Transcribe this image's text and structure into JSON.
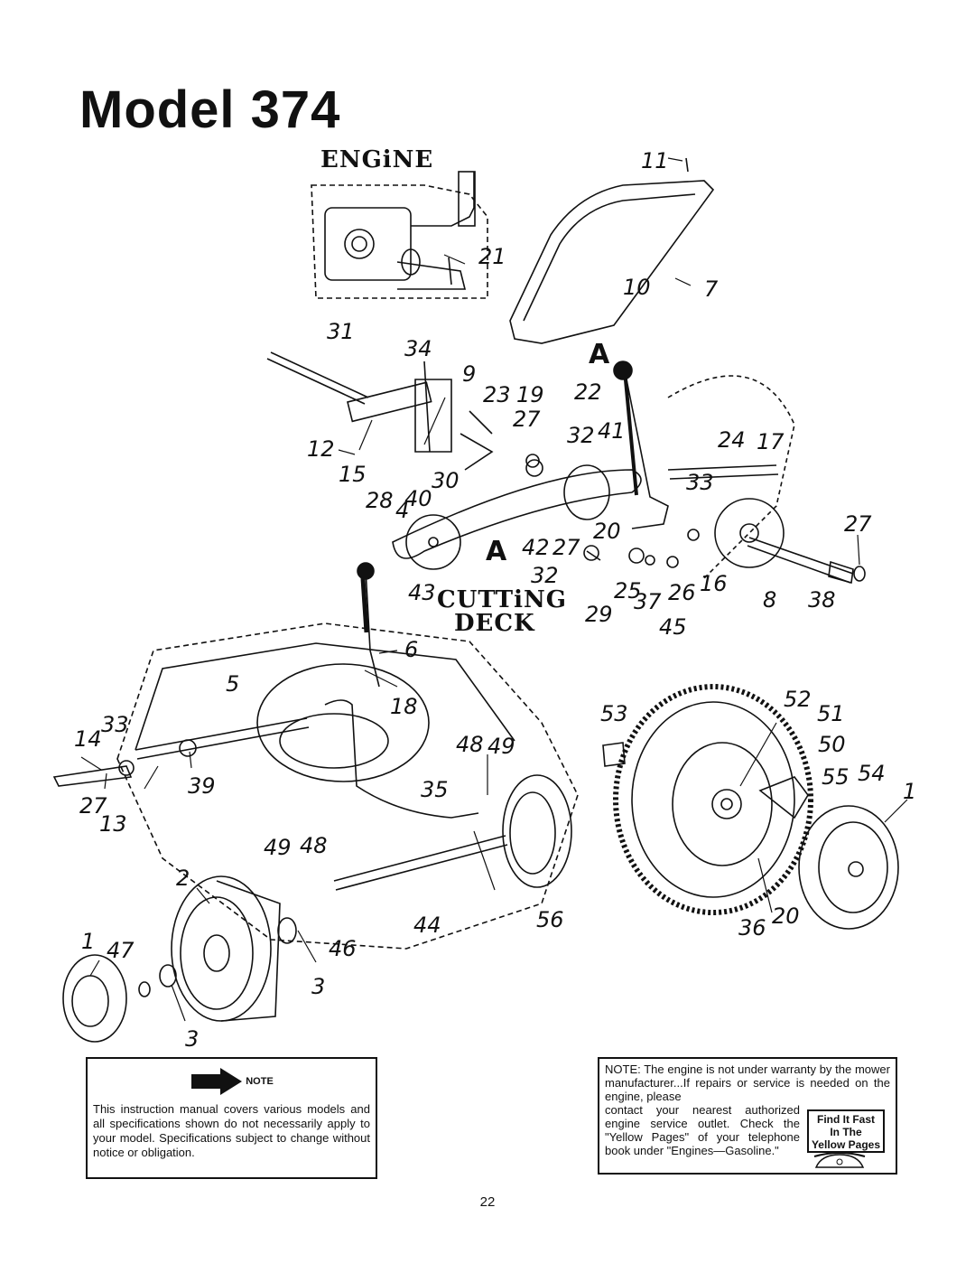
{
  "title": "Model 374",
  "sections": {
    "engine": "ENGiNE",
    "cutting_deck_line1": "CUTTiNG",
    "cutting_deck_line2": "DECK",
    "callout_a": "A"
  },
  "part_labels": {
    "p11": "11",
    "p21": "21",
    "p10": "10",
    "p7": "7",
    "p31": "31",
    "p34": "34",
    "p9": "9",
    "p23": "23",
    "p19": "19",
    "p22": "22",
    "p27a": "27",
    "p32a": "32",
    "p41": "41",
    "p24": "24",
    "p17": "17",
    "p12": "12",
    "p15": "15",
    "p30": "30",
    "p33a": "33",
    "p28": "28",
    "p4": "4",
    "p40": "40",
    "p20a": "20",
    "p42": "42",
    "p27b": "27",
    "p27c": "27",
    "p32b": "32",
    "p16": "16",
    "p8": "8",
    "p38": "38",
    "p43": "43",
    "p25": "25",
    "p37": "37",
    "p26": "26",
    "p29": "29",
    "p45": "45",
    "p6": "6",
    "p5": "5",
    "p18": "18",
    "p53": "53",
    "p52": "52",
    "p51": "51",
    "p50": "50",
    "p14": "14",
    "p33b": "33",
    "p48a": "48",
    "p49a": "49",
    "p55": "55",
    "p54": "54",
    "p1a": "1",
    "p27d": "27",
    "p39": "39",
    "p35": "35",
    "p13": "13",
    "p49b": "49",
    "p48b": "48",
    "p2": "2",
    "p44": "44",
    "p56": "56",
    "p36": "36",
    "p20b": "20",
    "p1b": "1",
    "p47": "47",
    "p46": "46",
    "p3a": "3",
    "p3b": "3"
  },
  "note": {
    "heading": "NOTE",
    "text": "This instruction manual covers various models and all specifications shown do not necessarily apply to your model. Specifications subject to change without notice or obligation."
  },
  "warranty": {
    "text_top": "NOTE: The engine is not under warranty by the mower manufacturer...If repairs or service is needed on the engine, please",
    "text_wrap": "contact your nearest authorized engine service outlet. Check the \"Yellow Pages\" of your telephone book under \"Engines—Gasoline.\"",
    "badge_line1": "Find It Fast",
    "badge_line2": "In The",
    "badge_line3": "Yellow Pages"
  },
  "page_number": "22"
}
